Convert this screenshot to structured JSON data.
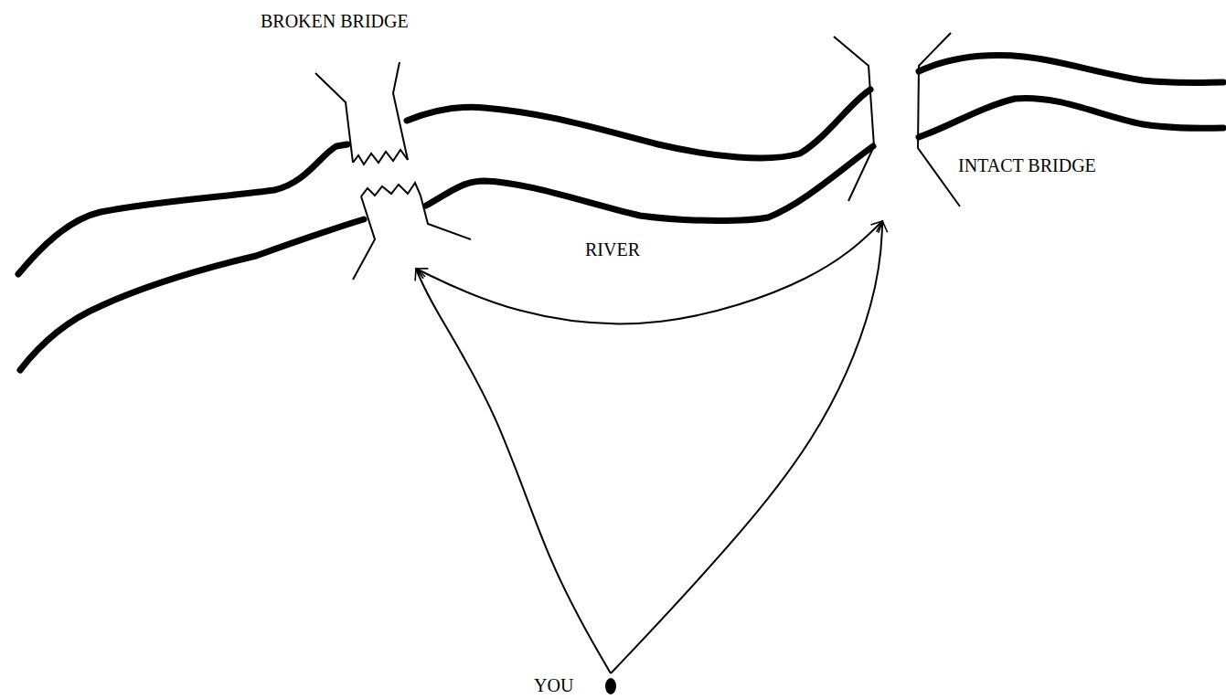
{
  "diagram": {
    "nodes": [
      {
        "text": [
          "BROKEN BRIDGE"
        ]
      },
      {
        "text": [
          "INTACT BRIDGE"
        ]
      },
      {
        "text": [
          "YOU"
        ]
      }
    ],
    "edges": [
      {
        "from": 2,
        "to": 0,
        "arrow": "to"
      },
      {
        "from": 2,
        "to": 1,
        "arrow": "to"
      },
      {
        "from": 0,
        "to": 1,
        "arrow": "both"
      }
    ],
    "labels": [
      "RIVER"
    ]
  }
}
